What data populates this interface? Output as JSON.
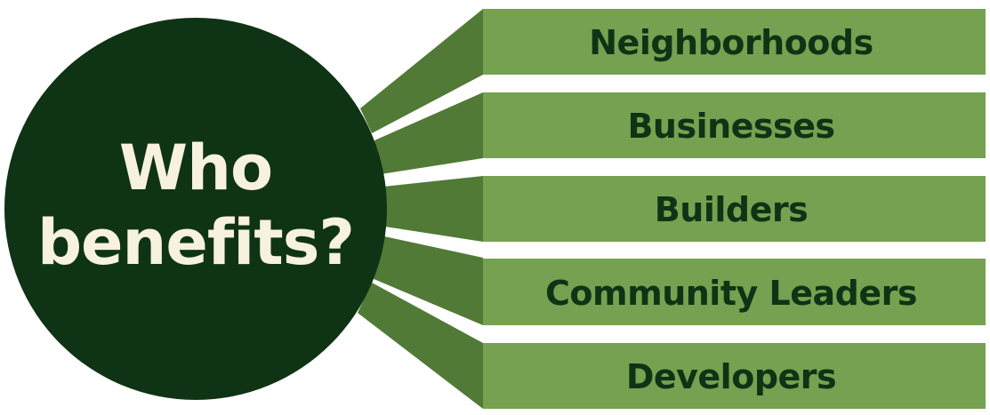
{
  "hub": {
    "line1": "Who",
    "line2": "benefits?"
  },
  "items": [
    {
      "label": "Neighborhoods"
    },
    {
      "label": "Businesses"
    },
    {
      "label": "Builders"
    },
    {
      "label": "Community Leaders"
    },
    {
      "label": "Developers"
    }
  ],
  "colors": {
    "hub": "#0f3315",
    "hub_text": "#f7f1df",
    "box_front": "#76a150",
    "box_side": "#517a36",
    "box_text": "#0f3315"
  }
}
